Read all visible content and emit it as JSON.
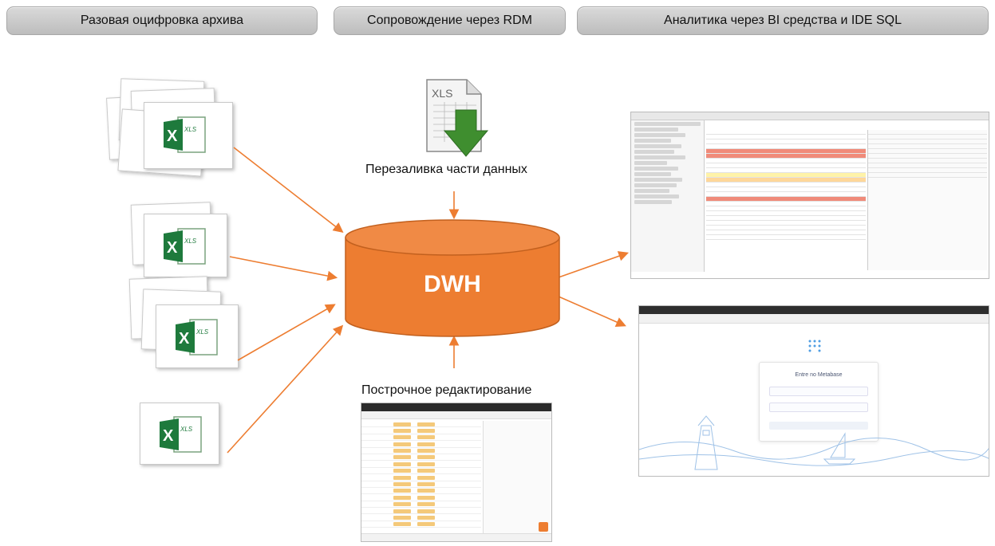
{
  "banners": {
    "left": "Разовая оцифровка архива",
    "center": "Сопровождение через RDM",
    "right": "Аналитика через BI средства и IDE SQL"
  },
  "labels": {
    "reload": "Перезаливка части данных",
    "row_edit": "Построчное редактирование",
    "dwh": "DWH",
    "xls": "XLS",
    "excel_badge": "XLS"
  },
  "screens": {
    "metabase_title": "Entre no Metabase"
  },
  "colors": {
    "dwh_fill": "#ED7D31",
    "arrow": "#ED7D31",
    "excel_green": "#1E7A3C",
    "download_green": "#3F8E2F"
  },
  "icons": [
    "excel-icon",
    "xls-file-icon",
    "download-arrow-icon",
    "database-cylinder-icon"
  ]
}
